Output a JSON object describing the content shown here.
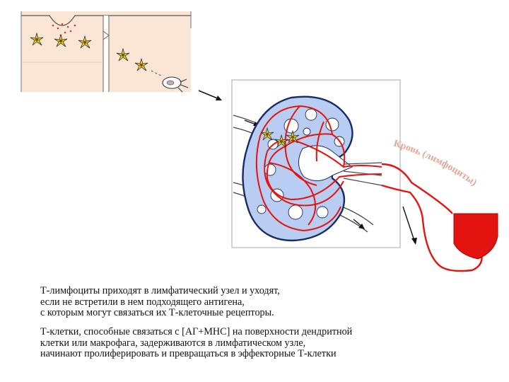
{
  "diagram": {
    "arc_label": "Кровь (лимфоциты)",
    "caption_paragraphs": [
      "Т-лимфоциты приходят в лимфатический узел и уходят,\nесли не встретили в нем подходящего антигена,\nс которым могут связаться их Т-клеточные рецепторы.",
      "Т-клетки, способные связаться с [АГ+МНС] на поверхности дендритной\nклетки или макрофага, задерживаются в лимфатическом узле,\nначинают пролиферировать и превращаться в эффекторные Т-клетки"
    ]
  },
  "colors": {
    "tissue": "#fbe6d6",
    "node_fill": "#b9cdf2",
    "node_outline": "#1a2a66",
    "blood": "#e3140f",
    "dendritic_cell": "#f2d21c",
    "panel_bg": "#ffffff",
    "node_panel_border": "#aaaaaa"
  },
  "icons": [
    "dendritic-cell-icon",
    "arrow-icon",
    "heart-icon",
    "macrophage-icon"
  ]
}
